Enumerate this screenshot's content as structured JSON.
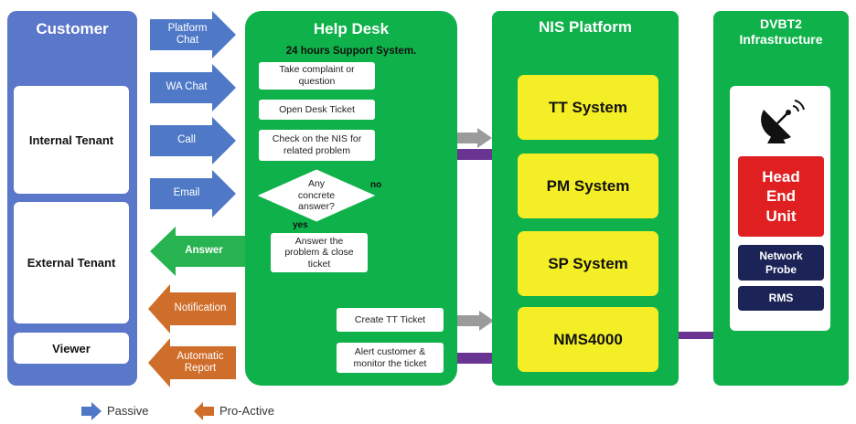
{
  "customer": {
    "title": "Customer",
    "tenants": [
      "Internal Tenant",
      "External Tenant",
      "Viewer"
    ]
  },
  "channels": [
    "Platform Chat",
    "WA Chat",
    "Call",
    "Email"
  ],
  "outputs": {
    "answer": "Answer",
    "proactive": [
      "Notification",
      "Automatic Report"
    ]
  },
  "helpdesk": {
    "title": "Help Desk",
    "subtitle": "24 hours Support System.",
    "steps": {
      "take_complaint": "Take complaint or question",
      "open_ticket": "Open Desk Ticket",
      "check_nis": "Check on the NIS for related problem",
      "decision": "Any concrete answer?",
      "answer_close": "Answer the problem & close ticket",
      "create_tt": "Create TT Ticket",
      "alert": "Alert customer & monitor the ticket"
    },
    "yes_label": "yes",
    "no_label": "no"
  },
  "nis": {
    "title": "NIS Platform",
    "systems": [
      "TT System",
      "PM System",
      "SP System",
      "NMS4000"
    ]
  },
  "dvbt2": {
    "title": "DVBT2 Infrastructure",
    "icon": "satellite-dish-icon",
    "head_end": "Head End Unit",
    "components": [
      "Network Probe",
      "RMS"
    ]
  },
  "legend": {
    "passive": "Passive",
    "proactive": "Pro-Active"
  },
  "colors": {
    "customer_blue": "#5b77c9",
    "passive_arrow": "#4f79c7",
    "proactive_arrow": "#cf6d2a",
    "green": "#0fb24a",
    "answer_arrow": "#27b34f",
    "system_yellow": "#f4ee26",
    "head_end_red": "#e02020",
    "navy": "#1c2457",
    "gray_arrow": "#9b9b9b",
    "purple_arrow": "#6a3592"
  }
}
